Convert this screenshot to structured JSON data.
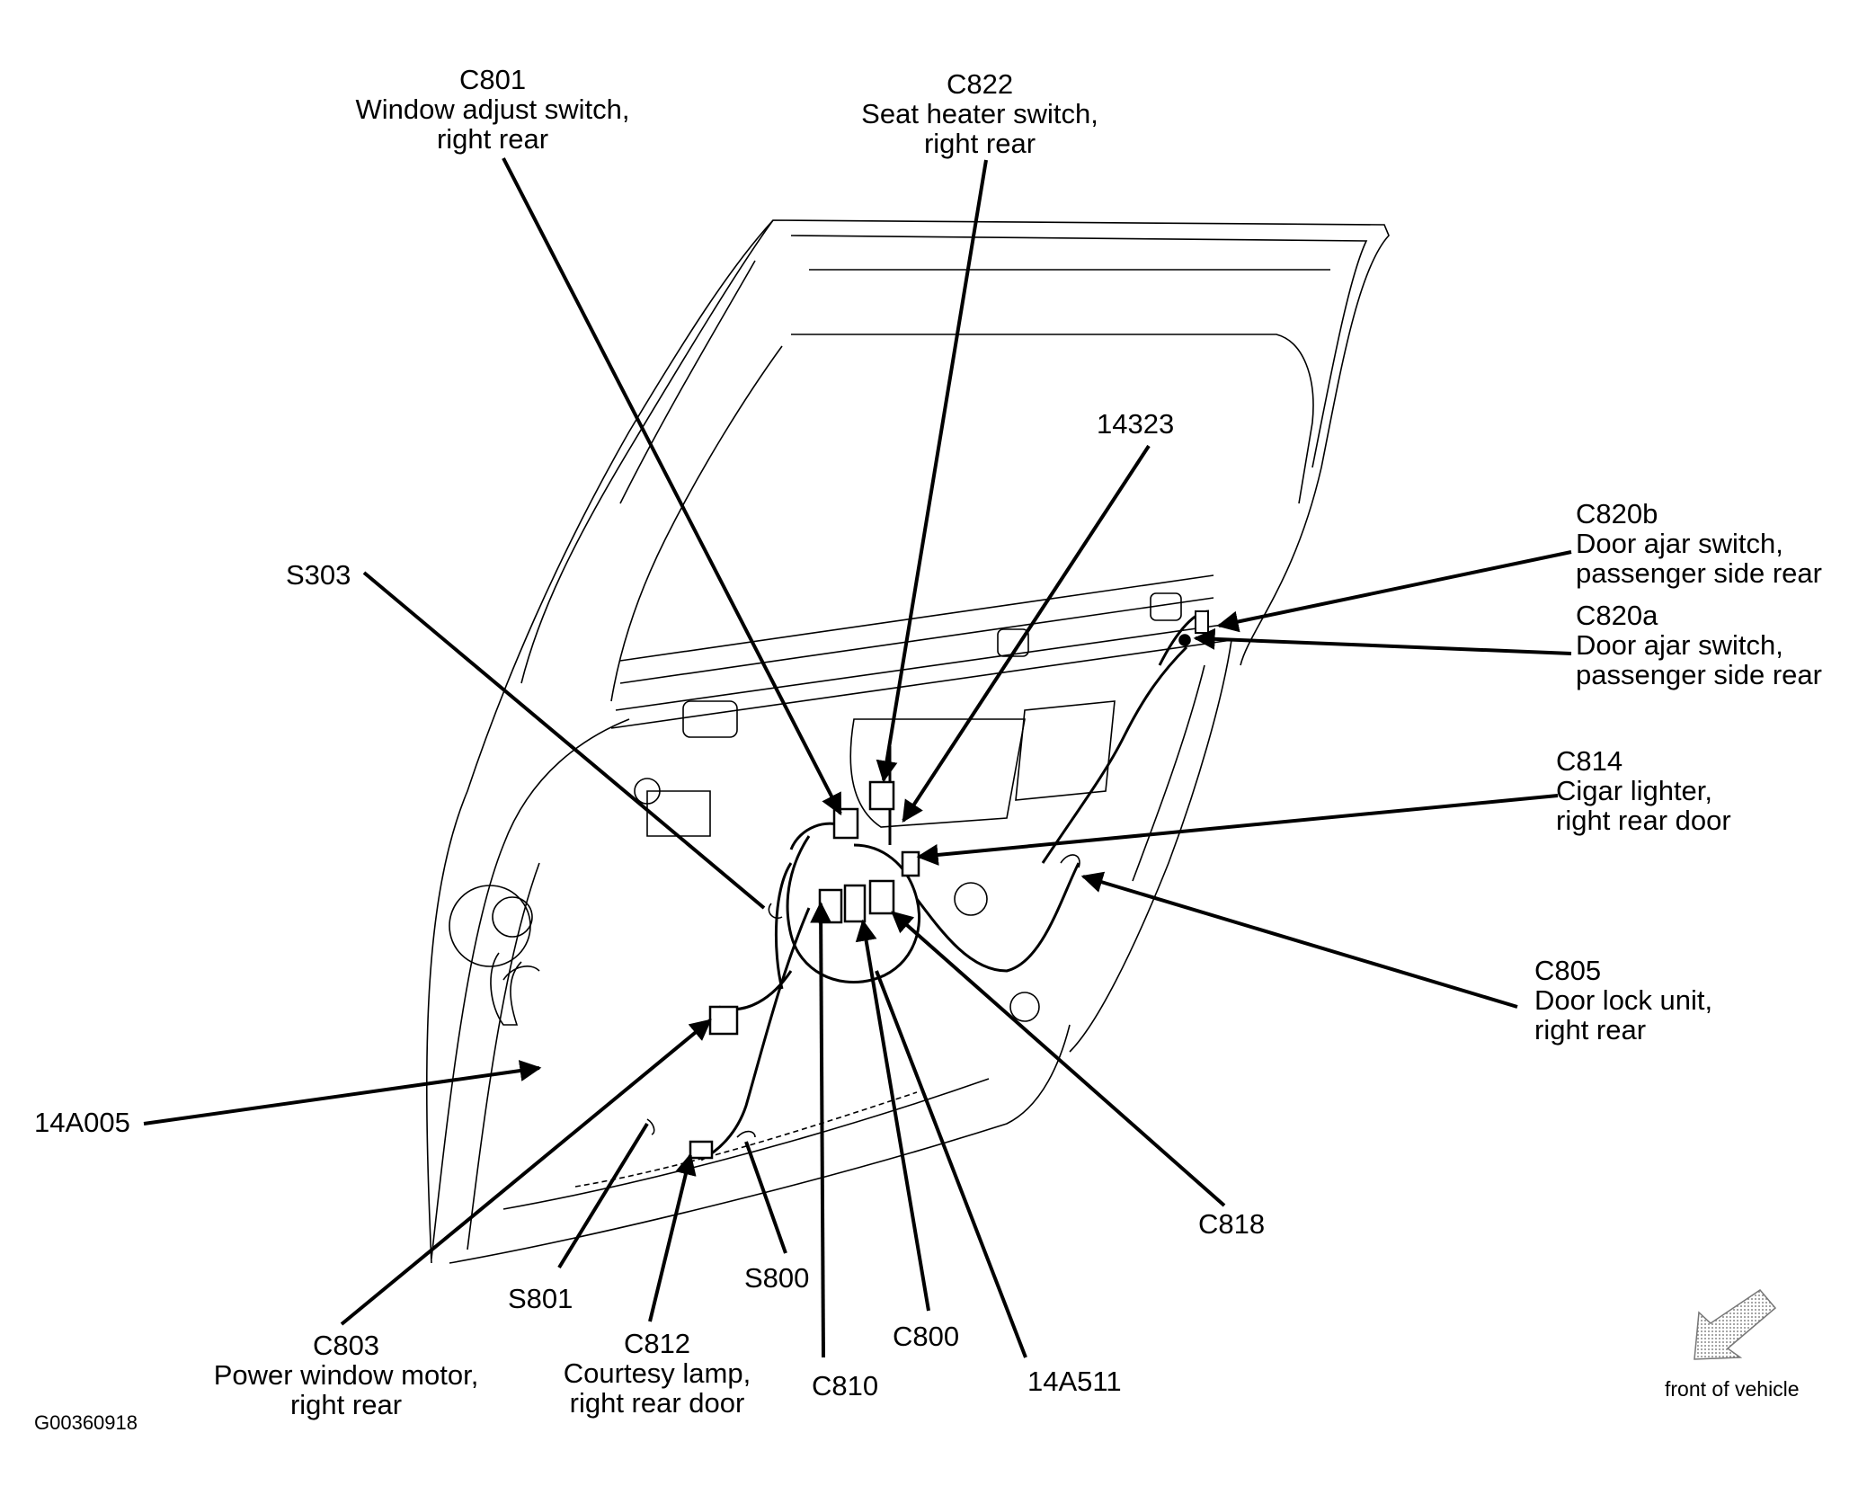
{
  "figure": {
    "id": "G00360918",
    "orientation_label": "front of vehicle",
    "subject": "Right rear door wiring harness and connector locations"
  },
  "callouts": [
    {
      "code": "C801",
      "desc": [
        "Window adjust switch,",
        "right rear"
      ]
    },
    {
      "code": "C822",
      "desc": [
        "Seat heater switch,",
        "right rear"
      ]
    },
    {
      "code": "14323",
      "desc": []
    },
    {
      "code": "S303",
      "desc": []
    },
    {
      "code": "C820b",
      "desc": [
        "Door ajar switch,",
        "passenger side rear"
      ]
    },
    {
      "code": "C820a",
      "desc": [
        "Door ajar switch,",
        "passenger side rear"
      ]
    },
    {
      "code": "C814",
      "desc": [
        "Cigar lighter,",
        "right rear door"
      ]
    },
    {
      "code": "C805",
      "desc": [
        "Door lock unit,",
        "right rear"
      ]
    },
    {
      "code": "14A005",
      "desc": []
    },
    {
      "code": "C818",
      "desc": []
    },
    {
      "code": "S801",
      "desc": []
    },
    {
      "code": "S800",
      "desc": []
    },
    {
      "code": "C803",
      "desc": [
        "Power window motor,",
        "right rear"
      ]
    },
    {
      "code": "C812",
      "desc": [
        "Courtesy lamp,",
        "right rear door"
      ]
    },
    {
      "code": "C810",
      "desc": []
    },
    {
      "code": "C800",
      "desc": []
    },
    {
      "code": "14A511",
      "desc": []
    }
  ]
}
